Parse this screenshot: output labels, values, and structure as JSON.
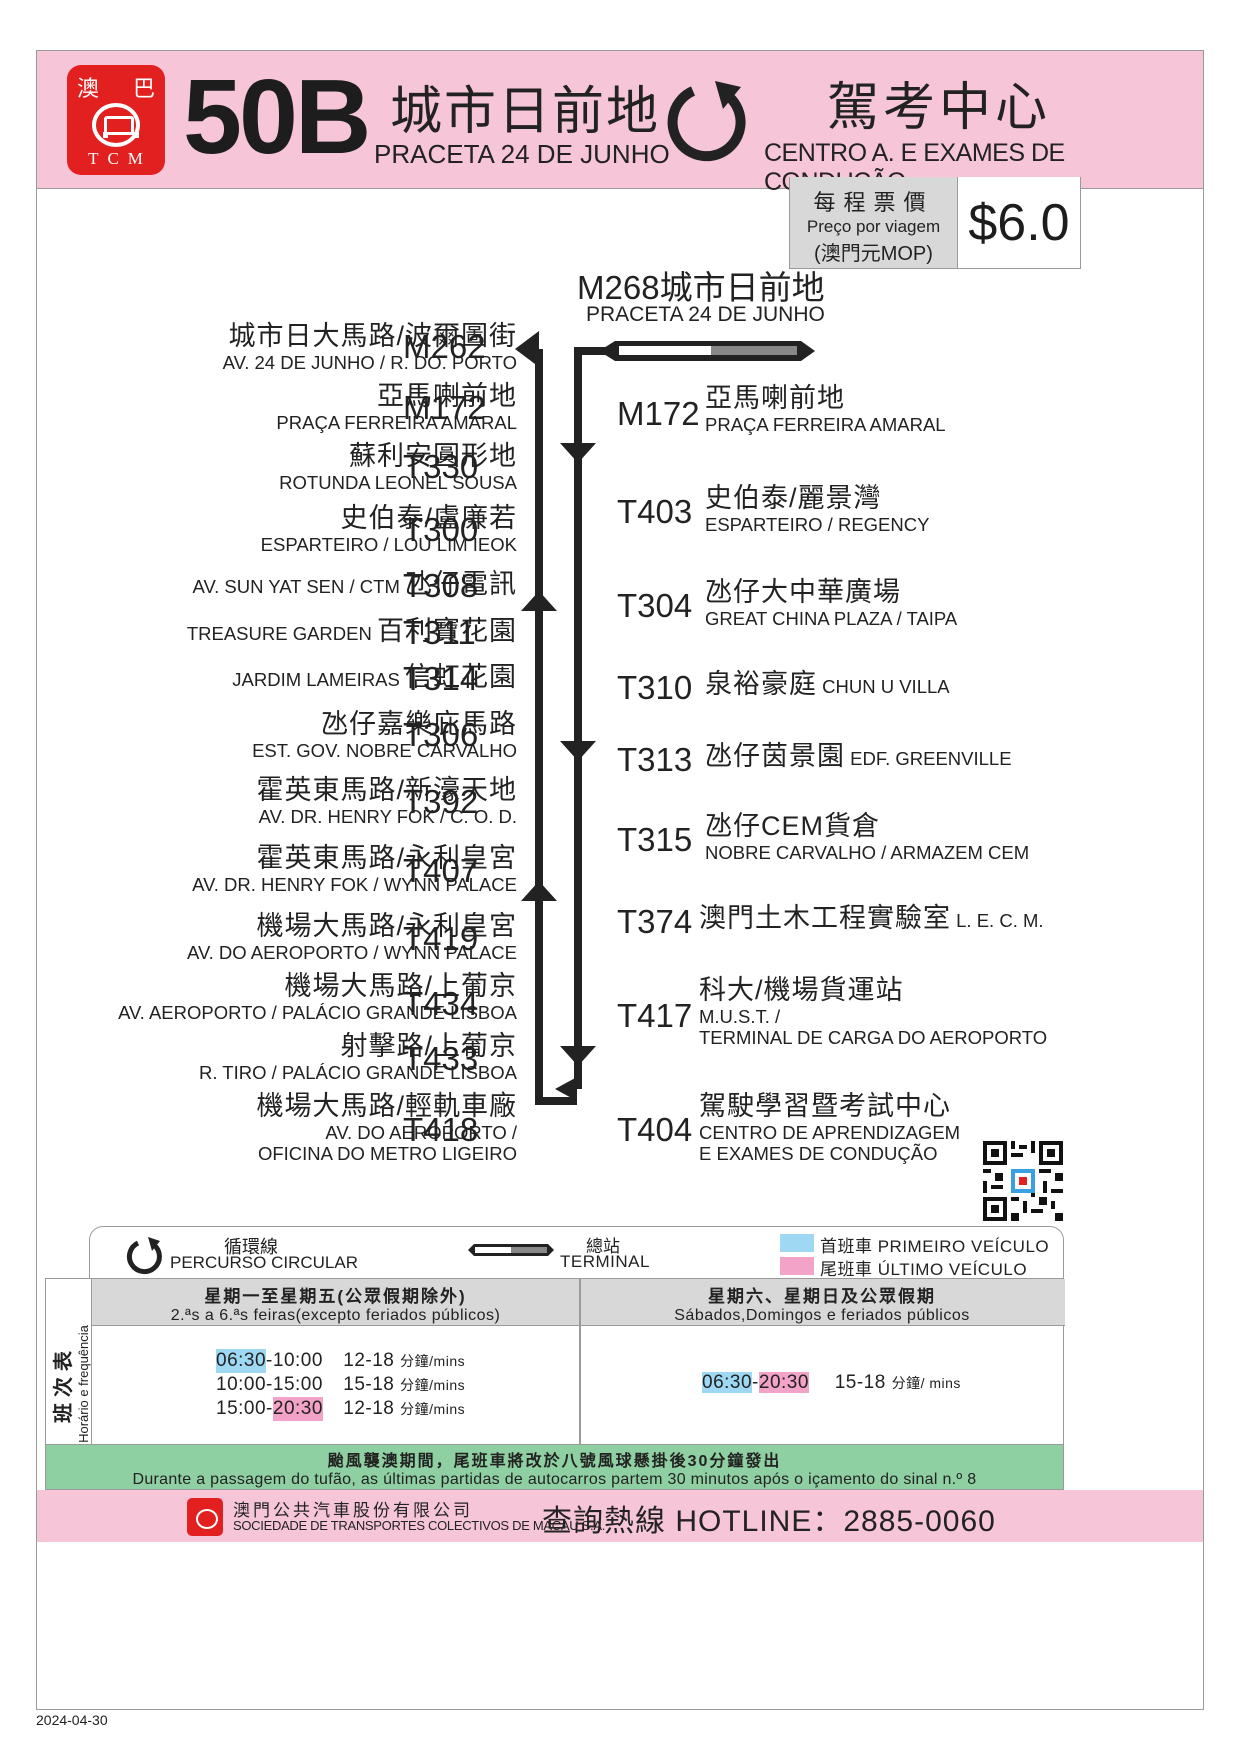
{
  "header": {
    "logo_top_left": "澳",
    "logo_top_right": "巴",
    "logo_bottom": "TCM",
    "route_number": "50B",
    "origin_zh": "城市日前地",
    "origin_pt": "PRACETA 24 DE JUNHO",
    "destination_zh": "駕考中心",
    "destination_pt": "CENTRO A. E EXAMES DE CONDUÇÃO",
    "circular_icon": "circular-arrow-icon"
  },
  "fare": {
    "label_zh": "每程票價",
    "label_pt": "Preço por viagem",
    "label_currency": "(澳門元MOP)",
    "amount": "$6.0"
  },
  "terminal": {
    "code": "M268",
    "name_zh": "城市日前地",
    "name_pt": "PRACETA 24 DE JUNHO"
  },
  "left_stops": [
    {
      "code": "M262",
      "zh": "城市日大馬路/波爾圖街",
      "pt": "AV. 24 DE JUNHO / R. DO. PORTO"
    },
    {
      "code": "M172",
      "zh": "亞馬喇前地",
      "pt": "PRAÇA FERREIRA AMARAL"
    },
    {
      "code": "T330",
      "zh": "蘇利安圓形地",
      "pt": "ROTUNDA LEONEL SOUSA"
    },
    {
      "code": "T300",
      "zh": "史伯泰/盧廉若",
      "pt": "ESPARTEIRO / LOU LIM IEOK"
    },
    {
      "code": "T308",
      "zh": "氹仔電訊",
      "pt": "AV. SUN YAT SEN / CTM"
    },
    {
      "code": "T311",
      "zh": "百利寶花園",
      "pt": "TREASURE GARDEN"
    },
    {
      "code": "T314",
      "zh": "信虹花園",
      "pt": "JARDIM LAMEIRAS"
    },
    {
      "code": "T306",
      "zh": "氹仔嘉樂庇馬路",
      "pt": "EST. GOV. NOBRE CARVALHO"
    },
    {
      "code": "T392",
      "zh": "霍英東馬路/新濠天地",
      "pt": "AV. DR. HENRY FOK / C. O. D."
    },
    {
      "code": "T407",
      "zh": "霍英東馬路/永利皇宮",
      "pt": "AV. DR. HENRY FOK / WYNN PALACE"
    },
    {
      "code": "T419",
      "zh": "機場大馬路/永利皇宮",
      "pt": "AV. DO AEROPORTO / WYNN PALACE"
    },
    {
      "code": "T434",
      "zh": "機場大馬路/上葡京",
      "pt": "AV. AEROPORTO / PALÁCIO GRANDE LISBOA"
    },
    {
      "code": "T433",
      "zh": "射擊路/上葡京",
      "pt": "R. TIRO / PALÁCIO GRANDE LISBOA"
    },
    {
      "code": "T418",
      "zh": "機場大馬路/輕軌車廠",
      "pt": "AV. DO AEROPORTO /",
      "pt2": "OFICINA DO METRO LIGEIRO"
    }
  ],
  "right_stops": [
    {
      "code": "M172",
      "zh": "亞馬喇前地",
      "pt": "PRAÇA FERREIRA AMARAL"
    },
    {
      "code": "T403",
      "zh": "史伯泰/麗景灣",
      "pt": "ESPARTEIRO / REGENCY"
    },
    {
      "code": "T304",
      "zh": "氹仔大中華廣場",
      "pt": "GREAT CHINA PLAZA / TAIPA"
    },
    {
      "code": "T310",
      "zh": "泉裕豪庭",
      "pt": "CHUN U VILLA"
    },
    {
      "code": "T313",
      "zh": "氹仔茵景園",
      "pt": "EDF. GREENVILLE"
    },
    {
      "code": "T315",
      "zh": "氹仔CEM貨倉",
      "pt": "NOBRE CARVALHO / ARMAZEM CEM"
    },
    {
      "code": "T374",
      "zh": "澳門土木工程實驗室",
      "pt": "L. E. C. M."
    },
    {
      "code": "T417",
      "zh": "科大/機場貨運站",
      "pt": "M.U.S.T. /",
      "pt2": "TERMINAL DE CARGA DO AEROPORTO"
    },
    {
      "code": "T404",
      "zh": "駕駛學習暨考試中心",
      "pt": "CENTRO DE APRENDIZAGEM",
      "pt2": "E EXAMES DE CONDUÇÃO"
    }
  ],
  "legend": {
    "circular_zh": "循環線",
    "circular_pt": "PERCURSO CIRCULAR",
    "terminal_zh": "總站",
    "terminal_pt": "TERMINAL",
    "first_bus": "首班車 PRIMEIRO VEÍCULO",
    "last_bus": "尾班車 ÚLTIMO VEÍCULO",
    "first_color": "#9fd8f2",
    "last_color": "#f3a3c7"
  },
  "timetable": {
    "side_zh": "班次表",
    "side_pt": "Horário e frequência",
    "weekday_header_zh": "星期一至星期五(公眾假期除外)",
    "weekday_header_pt": "2.ªs a 6.ªs feiras(excepto feriados públicos)",
    "weekend_header_zh": "星期六、星期日及公眾假期",
    "weekend_header_pt": "Sábados,Domingos e feriados públicos",
    "weekday_rows": [
      {
        "start": "06:30",
        "end": "10:00",
        "freq": "12-18",
        "unit": "分鐘/mins"
      },
      {
        "start": "10:00",
        "end": "15:00",
        "freq": "15-18",
        "unit": "分鐘/mins"
      },
      {
        "start": "15:00",
        "end": "20:30",
        "freq": "12-18",
        "unit": "分鐘/mins"
      }
    ],
    "weekend_start": "06:30",
    "weekend_end": "20:30",
    "weekend_freq": "15-18",
    "weekend_unit": "分鐘/ mins",
    "notice_zh": "颱風襲澳期間，尾班車將改於八號風球懸掛後30分鐘發出",
    "notice_pt": "Durante a passagem do tufão, as últimas partidas de autocarros partem 30 minutos após o içamento do sinal n.º 8",
    "notice_color": "#8fd0a2"
  },
  "footer": {
    "company_zh": "澳門公共汽車股份有限公司",
    "company_pt": "SOCIEDADE DE TRANSPORTES COLECTIVOS DE MACAU S.A.",
    "hotline_label": "查詢熱線 HOTLINE：",
    "hotline_number": "2885-0060",
    "date": "2024-04-30"
  },
  "colors": {
    "header_pink": "#f6c6d8",
    "logo_red": "#e32020",
    "fare_gray": "#d8d8d8"
  }
}
